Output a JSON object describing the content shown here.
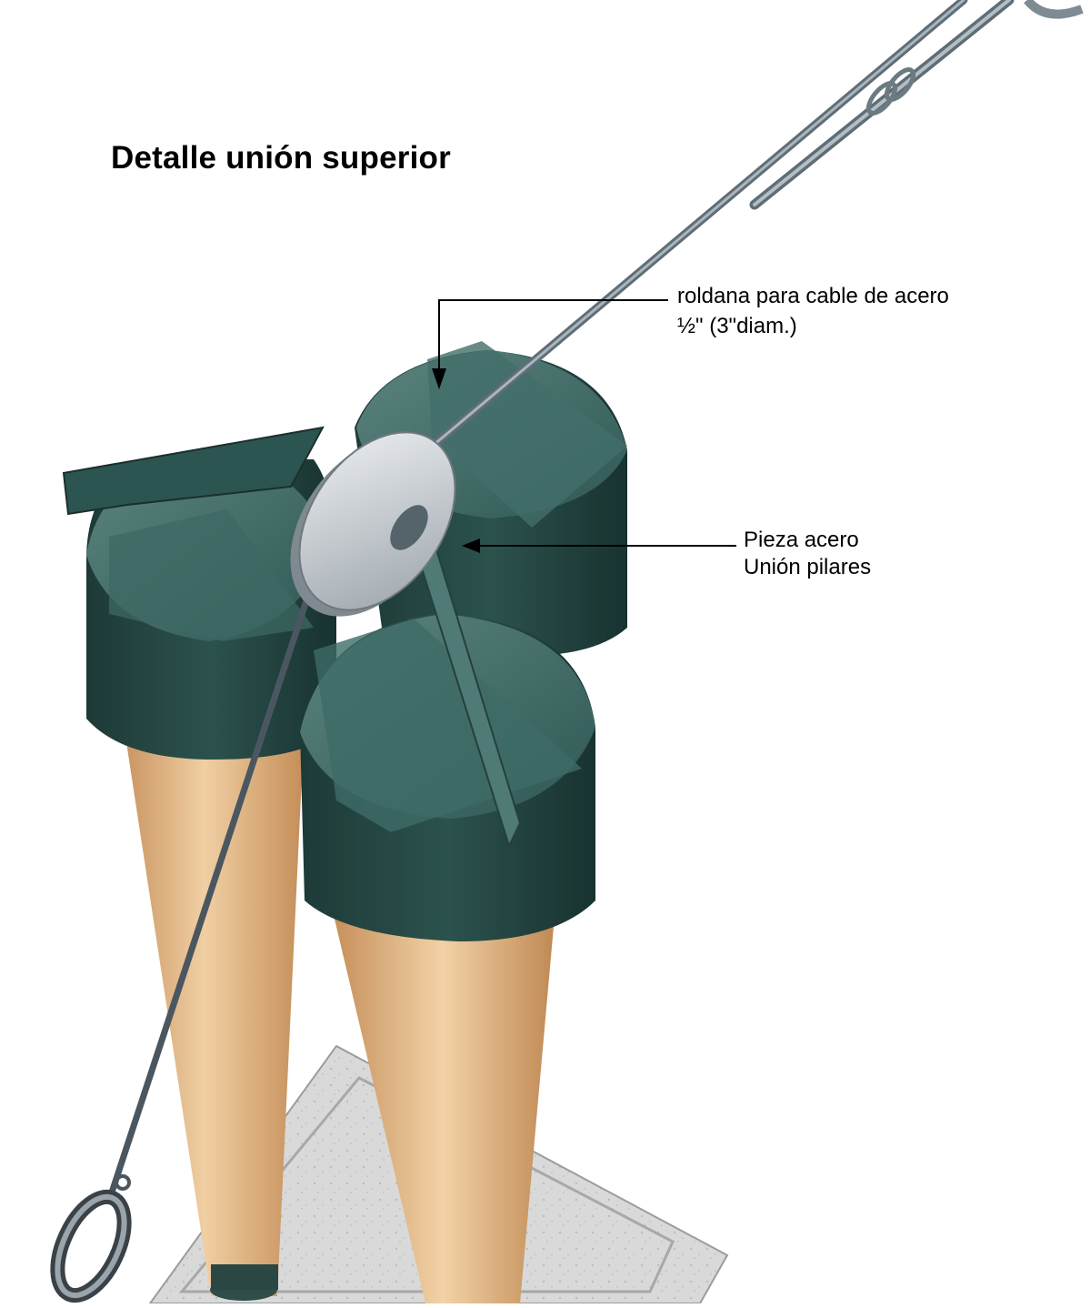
{
  "title": "Detalle unión superior",
  "annotations": {
    "pulley": {
      "line1": "roldana para cable de acero",
      "line2": "½\"  (3\"diam.)"
    },
    "joint": {
      "line1": "Pieza acero",
      "line2": "Unión pilares"
    }
  },
  "colors": {
    "steel_cap": "#2f5a55",
    "steel_cap_dark": "#1f3f3b",
    "wood": "#e3b787",
    "wood_dark": "#c9935d",
    "cable": "#7a8a94",
    "pulley": "#c9ced3",
    "base_slab": "#d6d6d6"
  }
}
